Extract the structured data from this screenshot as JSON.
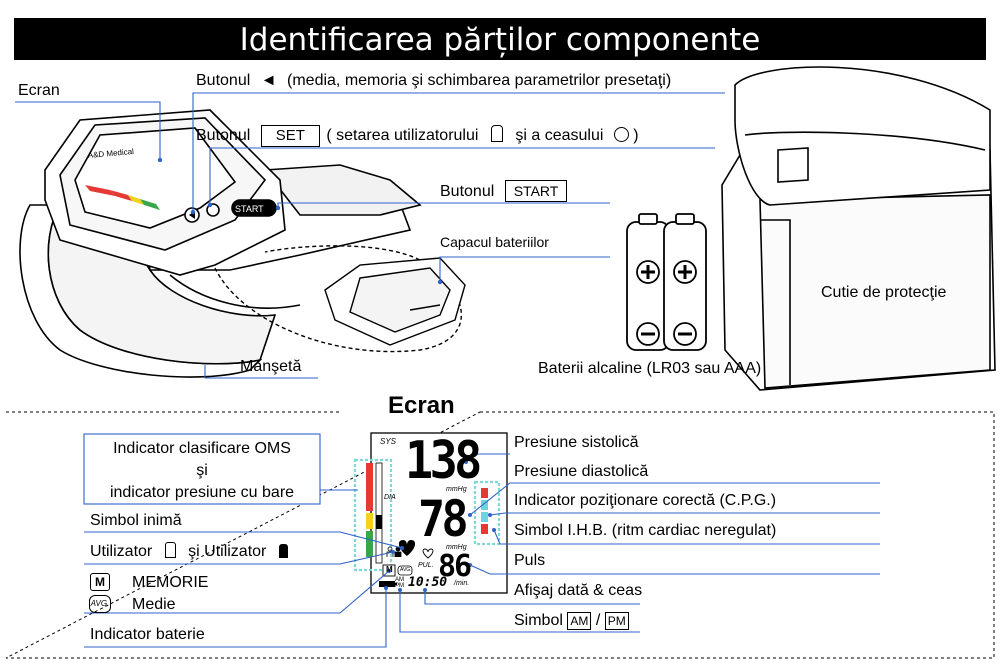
{
  "title": "Identificarea părților componente",
  "top": {
    "ecran_label": "Ecran",
    "btn_left_label": "Butonul",
    "btn_left_symbol": "◄",
    "btn_left_desc": "(media, memoria şi schimbarea parametrilor presetaţi)",
    "btn_set_label": "Butonul",
    "btn_set_key": "SET",
    "btn_set_desc_a": "( setarea utilizatorului",
    "btn_set_desc_b": "şi a ceasului",
    "btn_set_desc_c": ")",
    "btn_start_label": "Butonul",
    "btn_start_key": "START",
    "battery_cover_label": "Capacul bateriilor",
    "cuff_label": "Manşetă",
    "batteries_label": "Baterii alcaline (LR03 sau AAA)",
    "case_label": "Cutie de protecţie",
    "device_brand": "A&D Medical",
    "device_start_key": "START"
  },
  "screen": {
    "heading": "Ecran",
    "left_labels": {
      "who_line1": "Indicator clasificare OMS",
      "who_line2": "şi",
      "who_line3": "indicator presiune cu bare",
      "heart": "Simbol inimă",
      "user_a": "Utilizator",
      "user_b": "şi Utilizator",
      "memory": "MEMORIE",
      "average": "Medie",
      "memory_icon": "M",
      "average_icon": "AVG.",
      "battery": "Indicator baterie"
    },
    "right_labels": {
      "systolic": "Presiune sistolică",
      "diastolic": "Presiune diastolică",
      "cpg": "Indicator poziţionare corectă (C.P.G.)",
      "ihb": "Simbol I.H.B. (ritm cardiac neregulat)",
      "pulse": "Puls",
      "datetime": "Afişaj dată & ceas",
      "ampm_prefix": "Simbol",
      "am": "AM",
      "slash": "/",
      "pm": "PM"
    },
    "lcd": {
      "sys": "SYS",
      "sys_value": "138",
      "unit1": "mmHg",
      "dia": "DIA",
      "dia_value": "78",
      "unit2": "mmHg",
      "pulse_value": "86",
      "pul": "PUL.",
      "per_min": "/min.",
      "time": "10:50",
      "am": "AM",
      "pm": "PM",
      "m": "M",
      "avg": "AVG."
    }
  },
  "colors": {
    "title_bg": "#000000",
    "leader": "#2f63c8",
    "bar_red": "#e53935",
    "bar_yellow": "#f2d21c",
    "bar_green": "#3aa64a",
    "cpg_cyan": "#6fd3df",
    "highlight": "#7fd8d8"
  }
}
